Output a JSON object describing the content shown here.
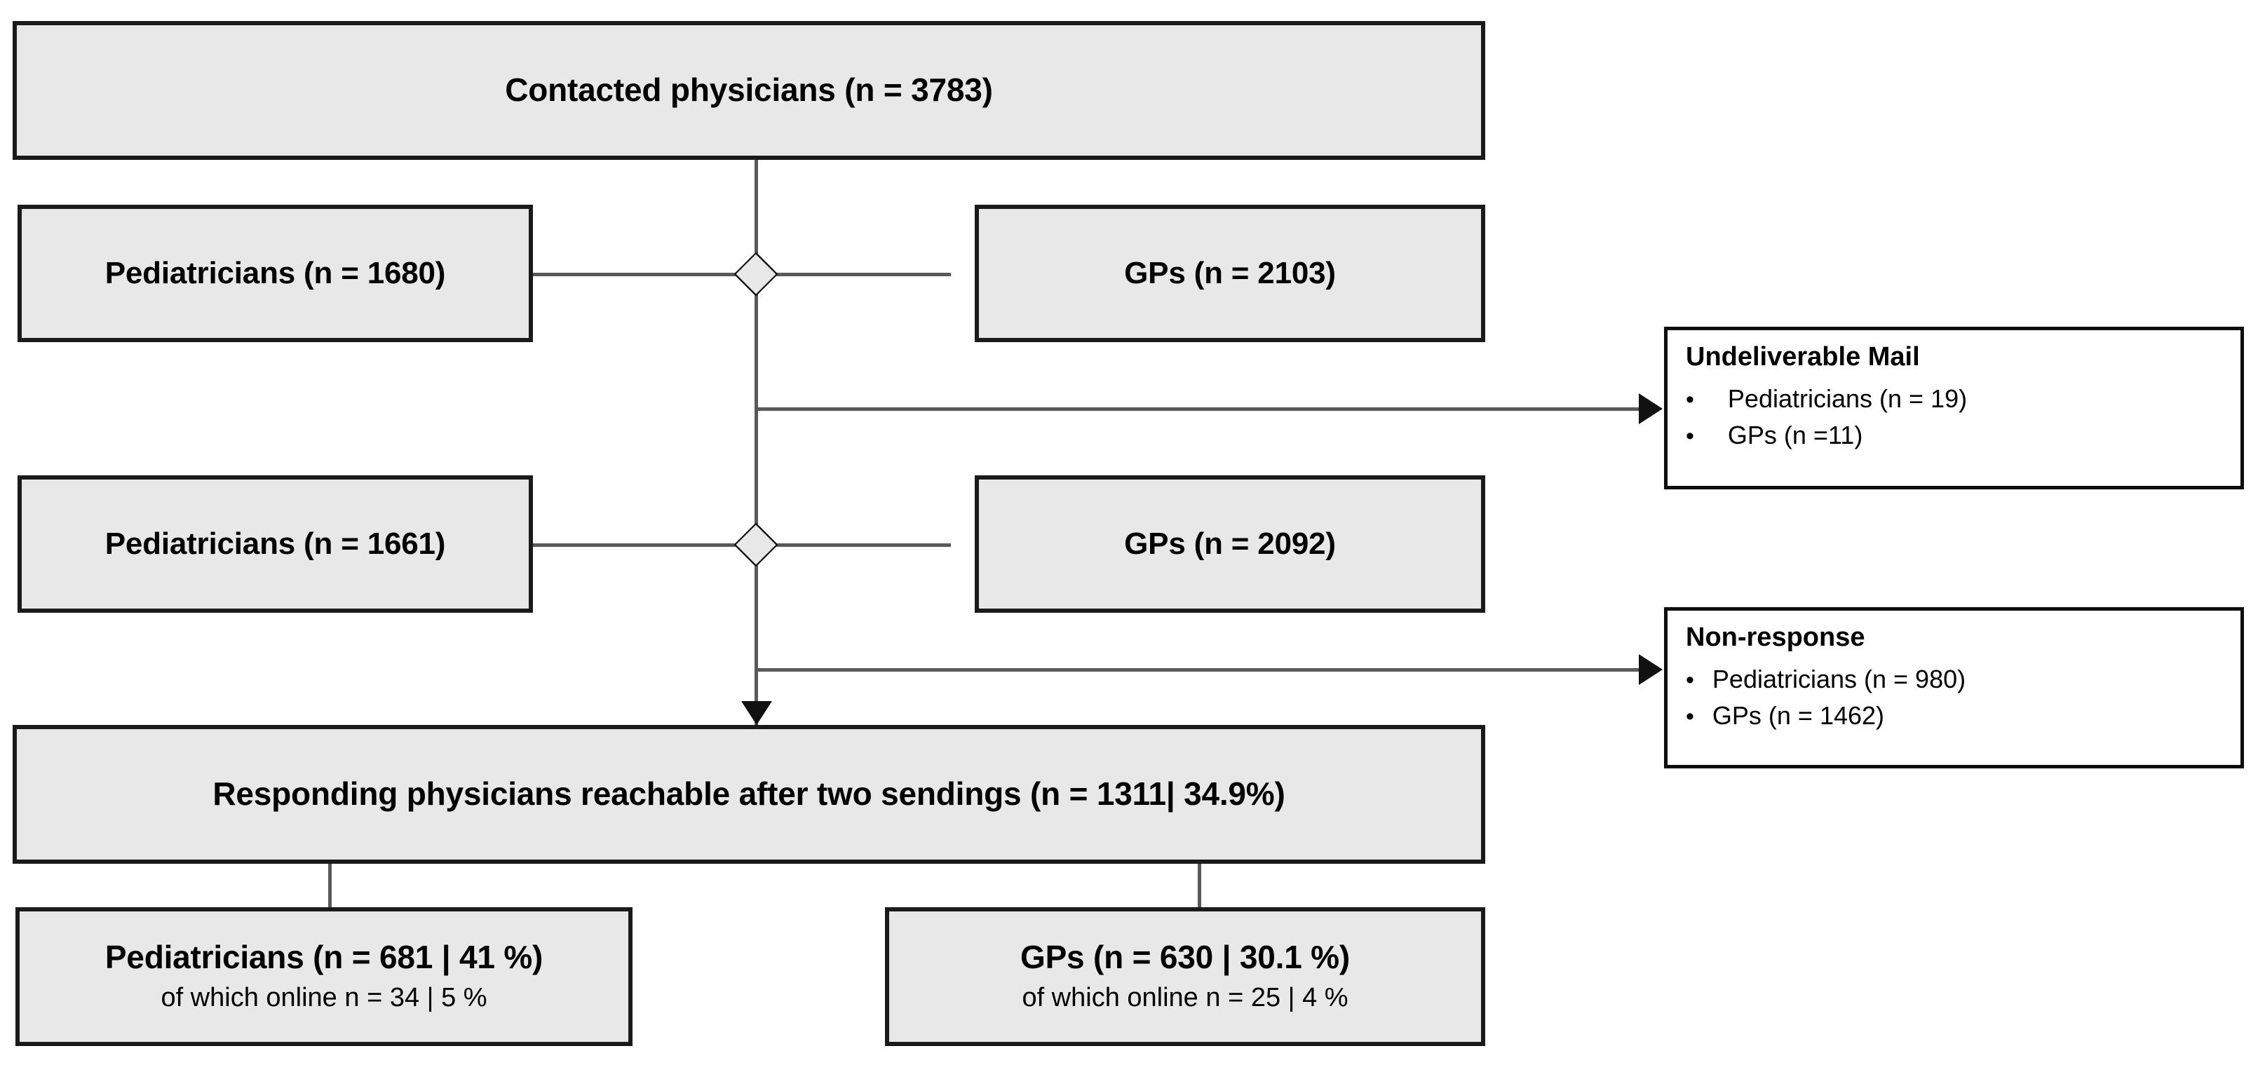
{
  "diagram": {
    "type": "flowchart",
    "title": "Physician survey response flow",
    "colors": {
      "node_fill": "#e8e8e8",
      "node_border": "#1a1a1a",
      "side_box_fill": "#ffffff",
      "connector": "#595959",
      "text": "#000000"
    }
  },
  "nodes": {
    "contacted": {
      "label": "Contacted physicians (n = 3783)",
      "n": 3783
    },
    "wave1_pediatricians": {
      "label": "Pediatricians (n = 1680)",
      "n": 1680
    },
    "wave1_gps": {
      "label": "GPs (n = 2103)",
      "n": 2103
    },
    "wave2_pediatricians": {
      "label": "Pediatricians (n = 1661)",
      "n": 1661
    },
    "wave2_gps": {
      "label": "GPs (n = 2092)",
      "n": 2092
    },
    "responding": {
      "label": "Responding physicians reachable after two sendings (n = 1311| 34.9%)",
      "n": 1311,
      "percent": "34.9%"
    },
    "result_pediatricians": {
      "title": "Pediatricians (n = 681 | 41 %)",
      "subtitle": "of which online n = 34 | 5 %",
      "n": 681,
      "percent": "41 %",
      "online_n": 34,
      "online_percent": "5 %"
    },
    "result_gps": {
      "title": "GPs (n = 630 | 30.1 %)",
      "subtitle": "of which online n = 25 | 4 %",
      "n": 630,
      "percent": "30.1 %",
      "online_n": 25,
      "online_percent": "4 %"
    }
  },
  "exclusions": {
    "undeliverable": {
      "heading": "Undeliverable Mail",
      "items": [
        {
          "bullet": "•",
          "text": "Pediatricians (n = 19)"
        },
        {
          "bullet": "•",
          "text": "GPs (n =11)"
        }
      ]
    },
    "nonresponse": {
      "heading": "Non-response",
      "items": [
        {
          "bullet": "•",
          "text": "Pediatricians (n = 980)"
        },
        {
          "bullet": "•",
          "text": "GPs (n = 1462)"
        }
      ]
    }
  }
}
